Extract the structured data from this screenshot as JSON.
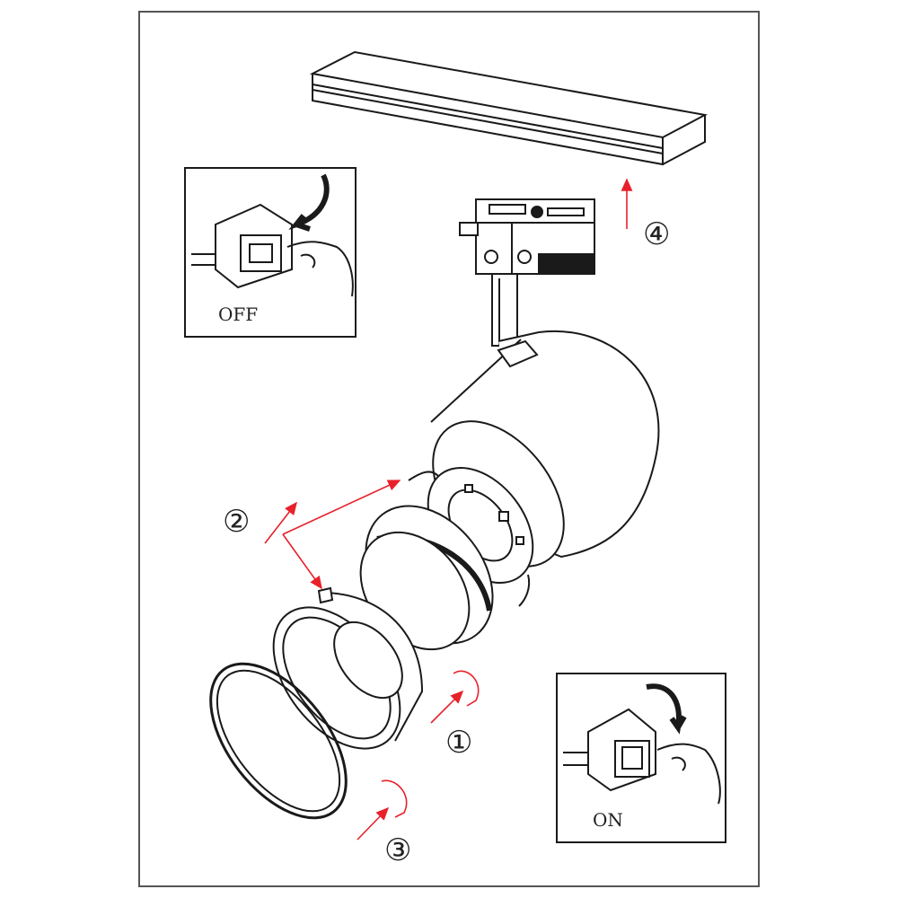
{
  "panels": {
    "off_label": "OFF",
    "on_label": "ON"
  },
  "steps": [
    {
      "id": "step-1",
      "label": "①"
    },
    {
      "id": "step-2",
      "label": "②"
    },
    {
      "id": "step-3",
      "label": "③"
    },
    {
      "id": "step-4",
      "label": "④"
    }
  ],
  "colors": {
    "line": "#1a1a1a",
    "arrow": "#e8202a",
    "frame": "#555555"
  }
}
